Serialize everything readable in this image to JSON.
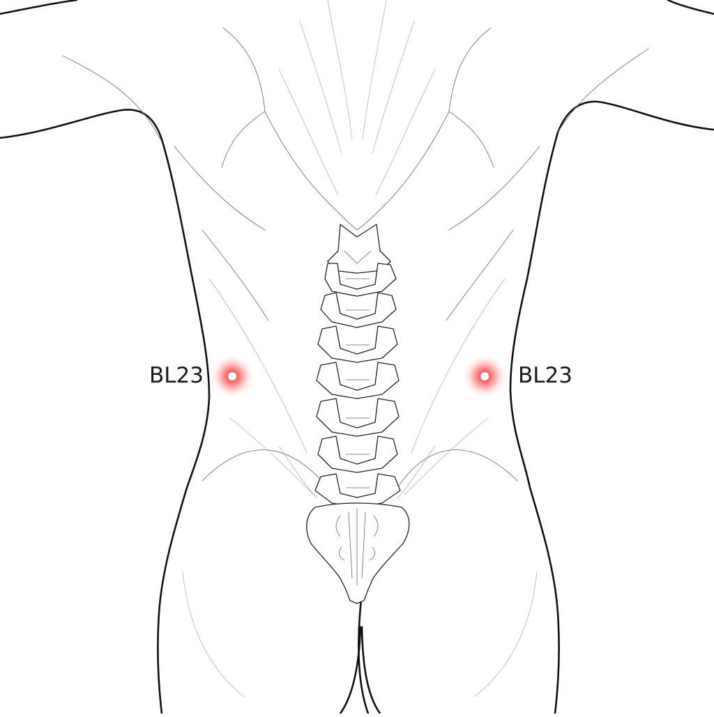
{
  "figure": {
    "points": [
      {
        "id": "left",
        "label": "BL23",
        "color": "#e8141b"
      },
      {
        "id": "right",
        "label": "BL23",
        "color": "#e8141b"
      }
    ],
    "style": {
      "outline_color": "#111111",
      "background": "#ffffff"
    }
  }
}
